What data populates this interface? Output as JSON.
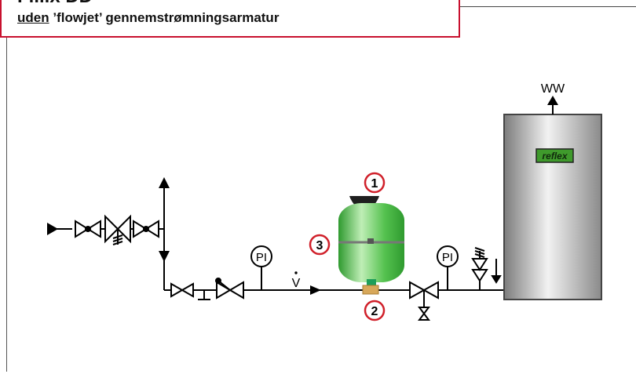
{
  "title": {
    "main": "Fillix DD",
    "sub_underlined": "uden",
    "sub_rest": " ’flowjet’ gennemstrømningsarmatur"
  },
  "labels": {
    "ww": "WW",
    "brand": "reflex",
    "pi_left": "PI",
    "pi_right": "PI",
    "flow_symbol": "V",
    "marker_1": "1",
    "marker_2": "2",
    "marker_3": "3"
  },
  "colors": {
    "frame_red": "#c8102e",
    "vessel_green": "#4bbf48",
    "marker_red": "#d0202a",
    "brand_green": "#3f9a2c",
    "fitting_tan": "#d8a85a"
  }
}
